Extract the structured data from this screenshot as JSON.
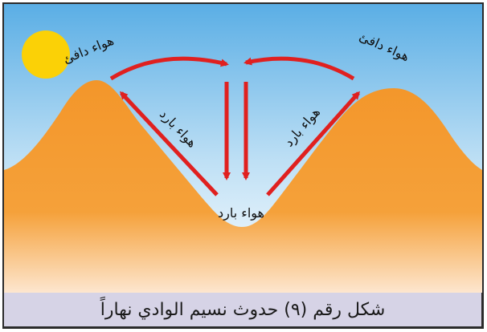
{
  "labels": {
    "warm_left": "هواء دافئ",
    "warm_right": "هواء دافئ",
    "cold_left_slope": "هواء بارد",
    "cold_right_slope": "هواء بارد",
    "cold_valley": "هواء بارد"
  },
  "caption": "شكل رقم (٩) حدوث نسيم الوادي  نهاراً",
  "colors": {
    "sky_top": "#5aaee5",
    "sky_bottom": "#ffffff",
    "mountain_top": "#f3962a",
    "mountain_bottom": "#fde6cf",
    "sun": "#fbd106",
    "arrow": "#e0201f",
    "caption_bg": "#d6d3e6"
  }
}
